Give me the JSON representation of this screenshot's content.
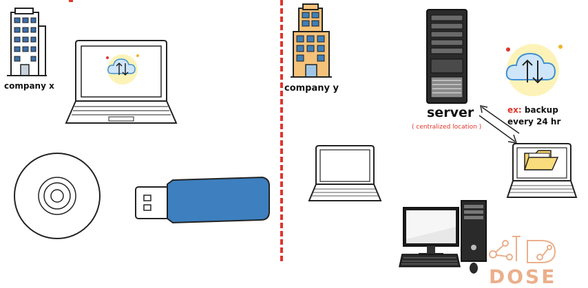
{
  "left": {
    "company_label": "company x"
  },
  "right": {
    "company_label": "company y",
    "server_label": "server",
    "server_sublabel": "( centralized location )",
    "backup_prefix": "ex:",
    "backup_line1": "backup",
    "backup_line2": "every 24 hr"
  },
  "watermark": {
    "text": "DOSE"
  },
  "colors": {
    "accent_red": "#e0352b",
    "usb_blue": "#3d7fbf",
    "cloud_blue": "#3f8fd1",
    "cloud_bg": "#fdf3b8",
    "folder_yellow": "#f6d36a"
  }
}
